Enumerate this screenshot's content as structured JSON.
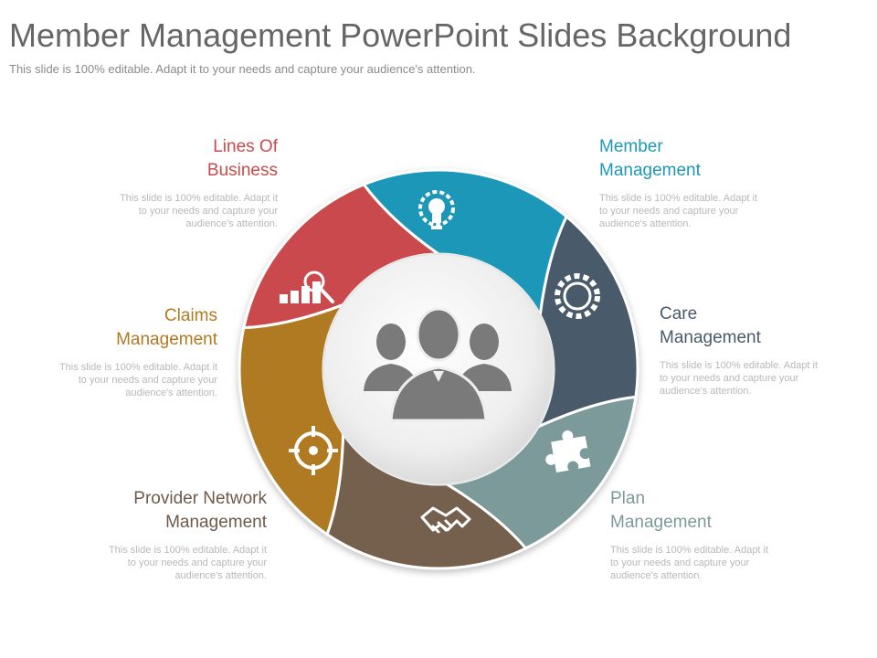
{
  "slide": {
    "title": "Member Management PowerPoint Slides Background",
    "subtitle": "This slide is 100% editable. Adapt it to your needs and capture your audience's attention."
  },
  "segments": [
    {
      "id": "lines-of-business",
      "title_line1": "Lines Of",
      "title_line2": "Business",
      "desc_line1": "This slide is 100% editable. Adapt it",
      "desc_line2": "to your needs and capture your",
      "desc_line3": "audience's attention.",
      "color": "#c94a4d",
      "icon": "bar-chart-magnifier-icon"
    },
    {
      "id": "member-management",
      "title_line1": "Member",
      "title_line2": "Management",
      "desc_line1": "This slide is 100% editable. Adapt it",
      "desc_line2": "to your needs and capture your",
      "desc_line3": "audience's attention.",
      "color": "#1e97b8",
      "icon": "lightbulb-gear-icon"
    },
    {
      "id": "care-management",
      "title_line1": "Care",
      "title_line2": "Management",
      "desc_line1": "This slide is 100% editable. Adapt it",
      "desc_line2": "to your needs and capture your",
      "desc_line3": "audience's attention.",
      "color": "#4a5a6a",
      "icon": "gear-icon"
    },
    {
      "id": "plan-management",
      "title_line1": "Plan",
      "title_line2": "Management",
      "desc_line1": "This slide is 100% editable. Adapt it",
      "desc_line2": "to your needs and capture your",
      "desc_line3": "audience's attention.",
      "color": "#7d9a9a",
      "icon": "puzzle-icon"
    },
    {
      "id": "handshake",
      "title_line1": "",
      "title_line2": "",
      "desc_line1": "",
      "desc_line2": "",
      "desc_line3": "",
      "color": "#745f4e",
      "icon": "handshake-icon"
    },
    {
      "id": "provider-network-management",
      "title_line1": "Provider Network",
      "title_line2": "Management",
      "desc_line1": "This slide is 100% editable. Adapt it",
      "desc_line2": "to your needs and capture your",
      "desc_line3": "audience's attention.",
      "color": "#b07a22",
      "icon": "target-icon"
    },
    {
      "id": "claims-management",
      "title_line1": "Claims",
      "title_line2": "Management",
      "desc_line1": "This slide is 100% editable. Adapt it",
      "desc_line2": "to your needs and capture your",
      "desc_line3": "audience's attention.",
      "color": "#b07a22",
      "icon": ""
    }
  ],
  "center": {
    "icon": "people-group-icon"
  }
}
